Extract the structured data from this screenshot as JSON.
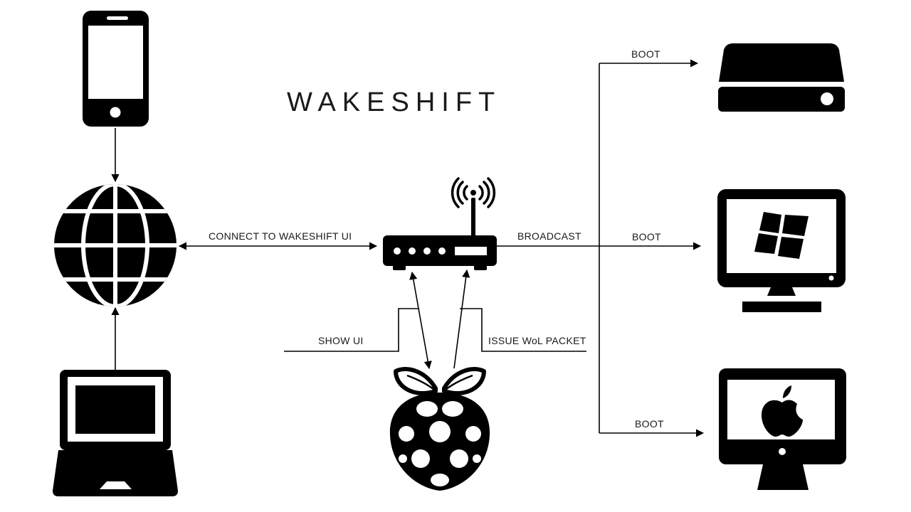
{
  "title": "WAKESHIFT",
  "labels": {
    "connect": "CONNECT TO WAKESHIFT UI",
    "broadcast": "BROADCAST",
    "boot_top": "BOOT",
    "boot_middle": "BOOT",
    "boot_bottom": "BOOT",
    "show_ui": "SHOW UI",
    "issue_wol": "ISSUE WoL PACKET"
  },
  "icons": [
    "smartphone-icon",
    "globe-icon",
    "laptop-icon",
    "router-icon",
    "raspberry-pi-icon",
    "server-drive-icon",
    "windows-monitor-icon",
    "apple-monitor-icon"
  ],
  "colors": {
    "ink": "#000000",
    "background": "#ffffff"
  }
}
